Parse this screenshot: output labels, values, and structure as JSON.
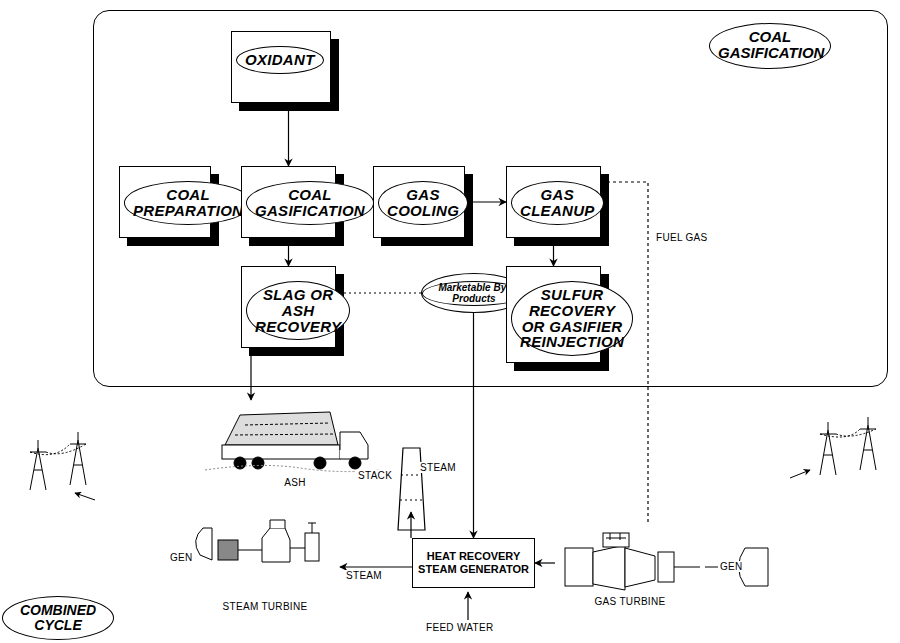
{
  "diagram": {
    "nodes": [
      {
        "text": [
          "COAL GASIFICATION"
        ]
      },
      {
        "text": [
          "OXIDANT"
        ],
        "in": 0
      },
      {
        "text": [
          "COAL PREPARATION"
        ],
        "in": 0
      },
      {
        "text": [
          "COAL GASIFICATION"
        ],
        "in": 0
      },
      {
        "text": [
          "GAS COOLING"
        ],
        "in": 0
      },
      {
        "text": [
          "GAS CLEANUP"
        ],
        "in": 0
      },
      {
        "text": [
          "SLAG OR ASH RECOVERY"
        ],
        "in": 0
      },
      {
        "text": [
          "Marketable By-Products"
        ],
        "in": 0
      },
      {
        "text": [
          "SULFUR RECOVERY OR GASIFIER REINJECTION"
        ],
        "in": 0
      },
      {
        "text": [
          "HEAT RECOVERY STEAM GENERATOR"
        ]
      },
      {
        "text": [
          "GAS TURBINE"
        ]
      },
      {
        "text": [
          "STEAM TURBINE"
        ]
      },
      {
        "text": [
          "ASH"
        ]
      },
      {
        "text": [
          "COMBINED CYCLE"
        ]
      }
    ],
    "edges": [
      {
        "from": 1,
        "to": 3,
        "arrow": "to"
      },
      {
        "from": 2,
        "to": 3,
        "arrow": "to"
      },
      {
        "from": 3,
        "to": 4,
        "arrow": "to"
      },
      {
        "from": 4,
        "to": 5,
        "arrow": "to"
      },
      {
        "from": 3,
        "to": 6,
        "arrow": "to"
      },
      {
        "from": 5,
        "to": 8,
        "arrow": "to"
      },
      {
        "from": 6,
        "to": 7,
        "arrow": "none"
      },
      {
        "from": 8,
        "to": 7,
        "arrow": "none"
      },
      {
        "from": 6,
        "to": 12,
        "arrow": "to"
      },
      {
        "from": 7,
        "to": 9,
        "label": "STEAM",
        "arrow": "to"
      },
      {
        "from": 5,
        "to": 10,
        "label": "FUEL GAS",
        "arrow": "none"
      },
      {
        "from": 10,
        "to": 9,
        "arrow": "to"
      },
      {
        "from": 9,
        "to": 11,
        "label": "STEAM",
        "arrow": "to"
      }
    ],
    "labels": [
      "STACK",
      "FEED WATER",
      "GEN",
      "GEN"
    ]
  }
}
